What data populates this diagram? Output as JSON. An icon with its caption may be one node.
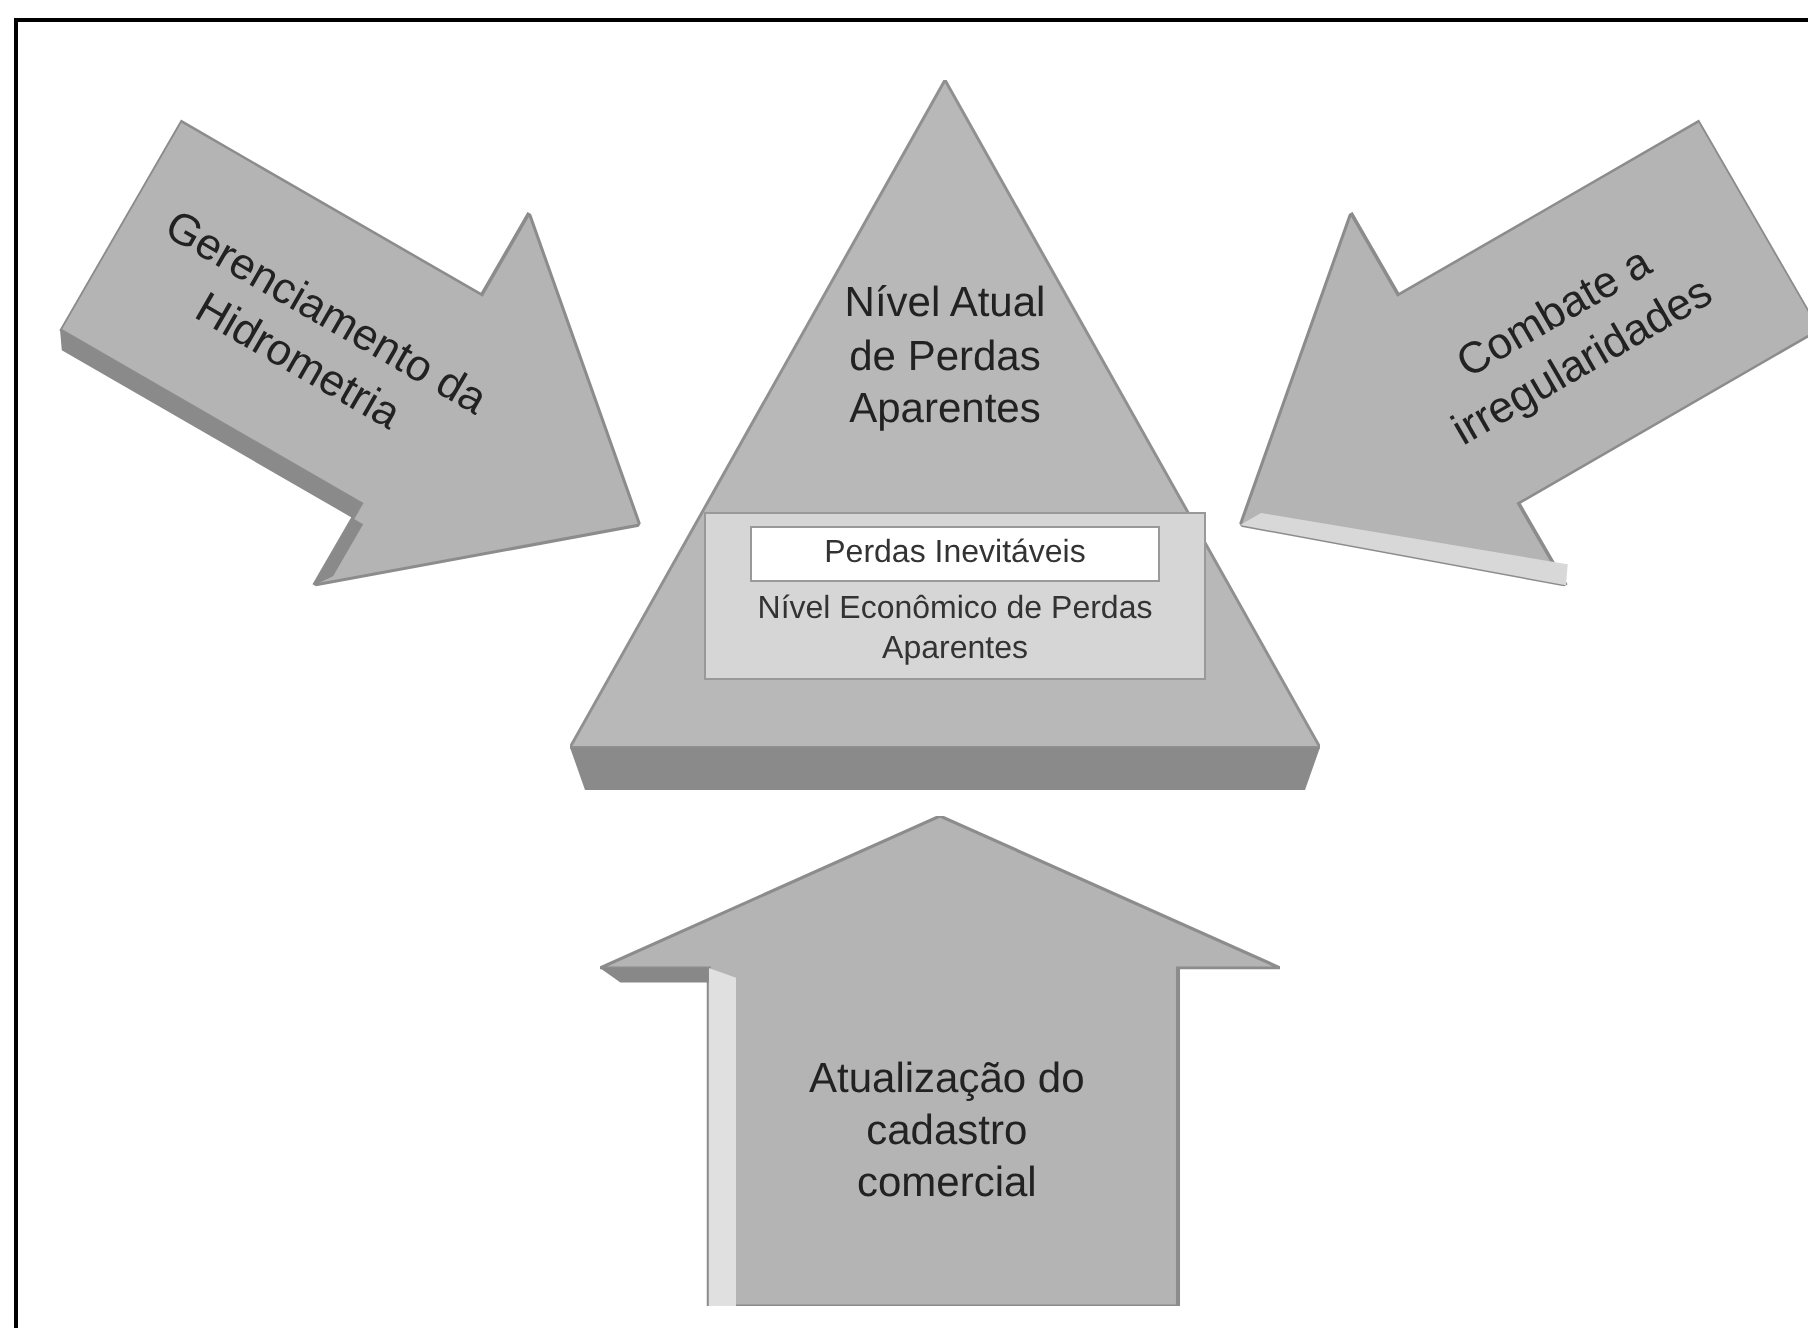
{
  "diagram": {
    "nodes": [
      {
        "text": [
          "Gerenciamento da Hidrometria"
        ]
      },
      {
        "text": [
          "Nível Atual de Perdas Aparentes"
        ]
      },
      {
        "text": [
          "Nível Econômico de Perdas Aparentes"
        ],
        "in": 1
      },
      {
        "text": [
          "Perdas Inevitáveis"
        ],
        "in": 2
      },
      {
        "text": [
          "Combate a irregularidades"
        ]
      },
      {
        "text": [
          "Atualização do cadastro comercial"
        ]
      }
    ]
  }
}
